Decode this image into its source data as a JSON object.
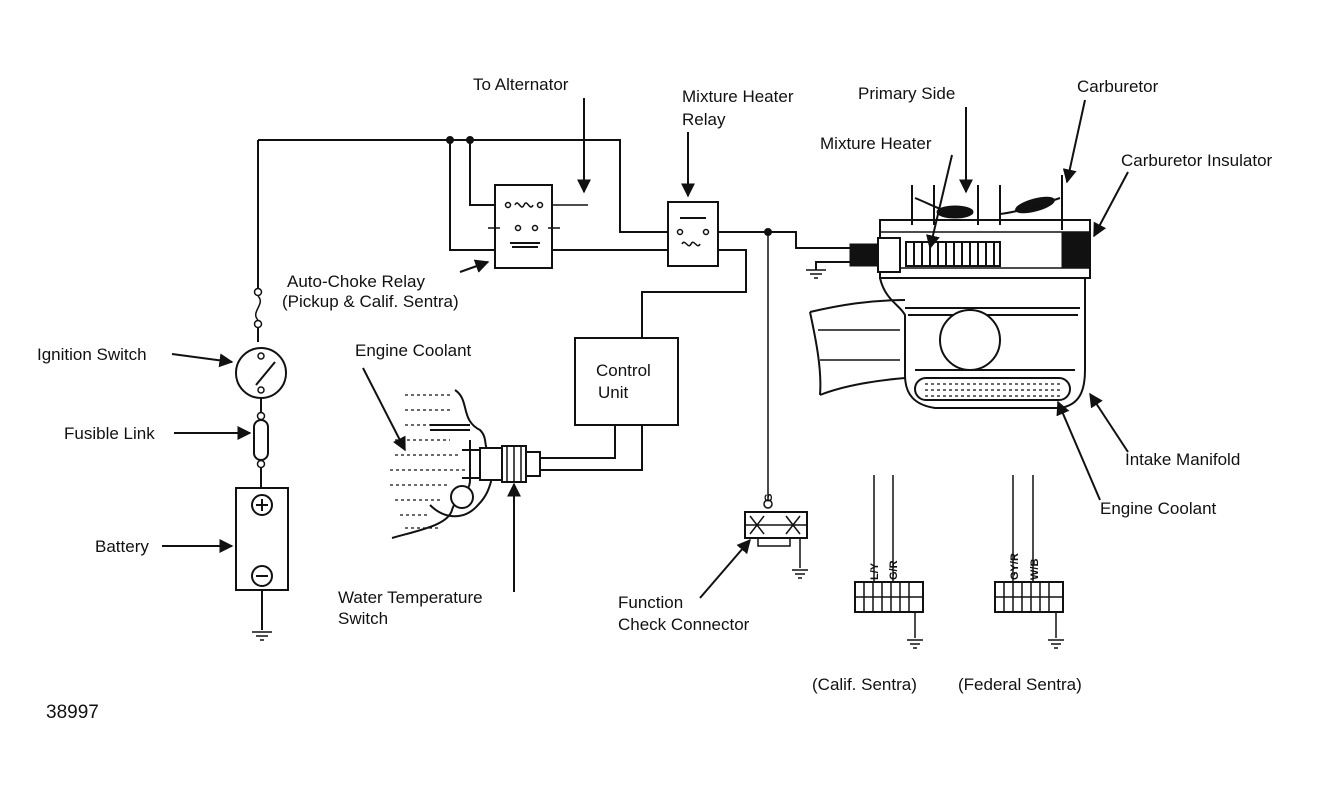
{
  "labels": {
    "to_alternator": "To Alternator",
    "mixture_heater_relay_line1": "Mixture Heater",
    "mixture_heater_relay_line2": "Relay",
    "primary_side": "Primary Side",
    "carburetor": "Carburetor",
    "mixture_heater": "Mixture Heater",
    "carburetor_insulator": "Carburetor Insulator",
    "auto_choke_relay_line1": "Auto-Choke Relay",
    "auto_choke_relay_line2": "(Pickup & Calif. Sentra)",
    "ignition_switch": "Ignition Switch",
    "engine_coolant_left": "Engine Coolant",
    "control_unit_line1": "Control",
    "control_unit_line2": "Unit",
    "fusible_link": "Fusible Link",
    "battery": "Battery",
    "intake_manifold": "Intake Manifold",
    "engine_coolant_right": "Engine Coolant",
    "water_temp_switch_line1": "Water Temperature",
    "water_temp_switch_line2": "Switch",
    "function_check_line1": "Function",
    "function_check_line2": "Check Connector",
    "calif_sentra": "(Calif. Sentra)",
    "federal_sentra": "(Federal Sentra)",
    "figure_number": "38997"
  },
  "wire_codes": {
    "calif": [
      "L/Y",
      "G/R"
    ],
    "federal": [
      "GY/R",
      "W/B"
    ],
    "function_check": "G"
  }
}
